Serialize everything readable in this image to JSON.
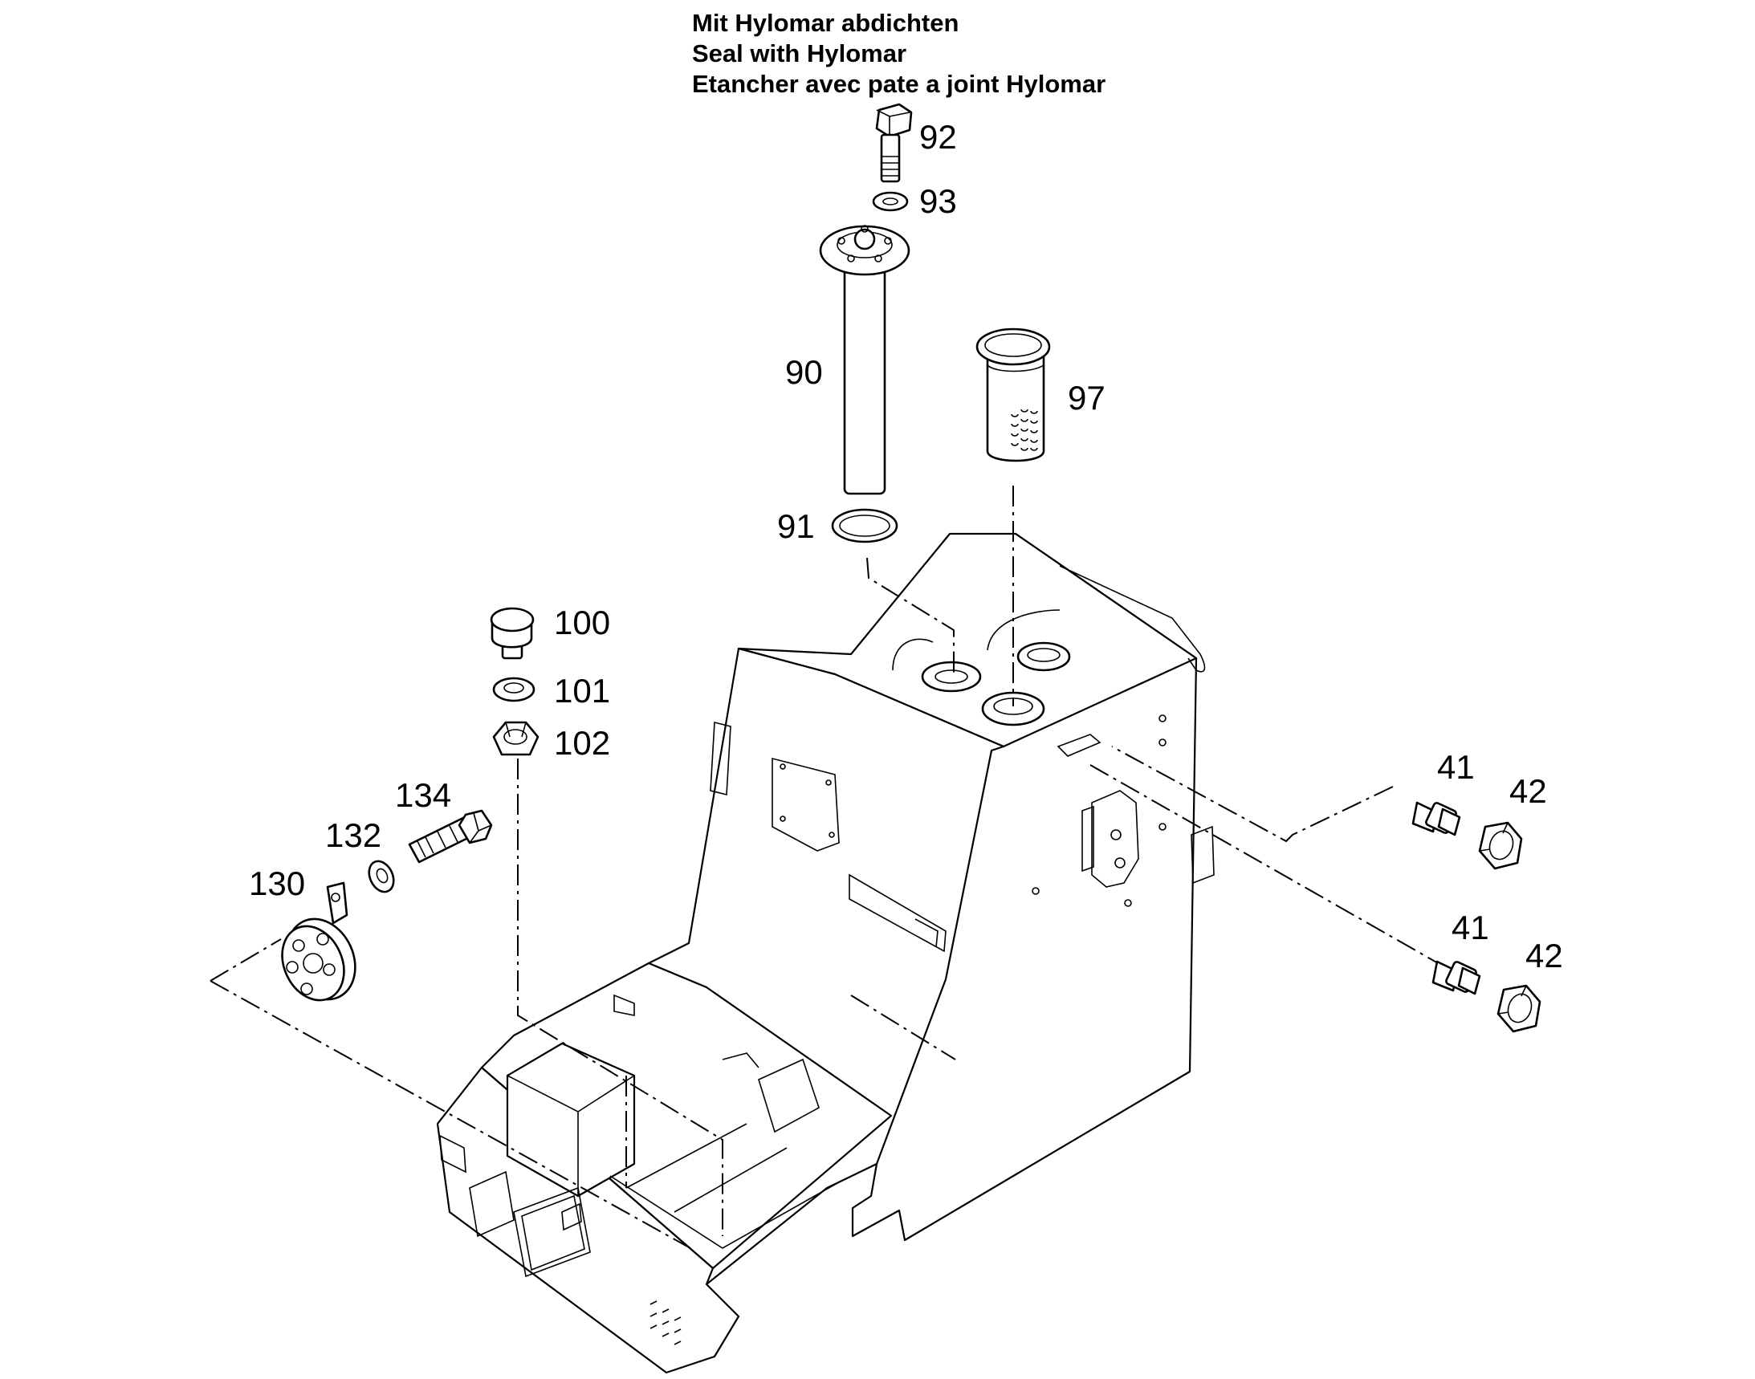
{
  "note": {
    "line_de": "Mit Hylomar abdichten",
    "line_en": "Seal with Hylomar",
    "line_fr": "Etancher avec pate a joint Hylomar"
  },
  "callouts": {
    "c92": "92",
    "c93": "93",
    "c90": "90",
    "c97": "97",
    "c91": "91",
    "c100": "100",
    "c101": "101",
    "c102": "102",
    "c134": "134",
    "c132": "132",
    "c130": "130",
    "c41a": "41",
    "c42a": "42",
    "c41b": "41",
    "c42b": "42"
  }
}
